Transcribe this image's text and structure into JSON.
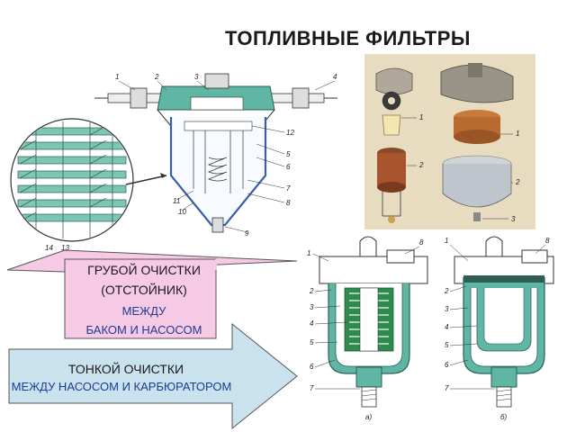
{
  "title": "ТОПЛИВНЫЕ ФИЛЬТРЫ",
  "rough_filter": {
    "line1": "ГРУБОЙ ОЧИСТКИ",
    "line2": "(ОТСТОЙНИК)",
    "line3": "МЕЖДУ",
    "line4": "БАКОМ И НАСОСОМ",
    "color": "#f6c9e4"
  },
  "fine_filter": {
    "line1": "ТОНКОЙ ОЧИСТКИ",
    "line2": "МЕЖДУ НАСОСОМ И КАРБЮРАТОРОМ",
    "color": "#c9e2ee"
  },
  "callouts": {
    "top_diagram": [
      "1",
      "2",
      "3",
      "4",
      "5",
      "6",
      "7",
      "8",
      "9",
      "10",
      "11",
      "12",
      "13",
      "14"
    ],
    "photo": [
      "1",
      "2",
      "1",
      "2",
      "3"
    ],
    "cutaway_a": [
      "1",
      "2",
      "3",
      "4",
      "5",
      "6",
      "7",
      "8"
    ],
    "cutaway_b": [
      "1",
      "2",
      "3",
      "4",
      "5",
      "6",
      "7",
      "8"
    ],
    "caption_a": "а)",
    "caption_b": "б)"
  },
  "colors": {
    "teal_body": "#5fb6a4",
    "green_element": "#2e8a4e",
    "line": "#333333",
    "photo_bg": "#e8dcc0",
    "cup_blue": "#3a5fa8"
  }
}
